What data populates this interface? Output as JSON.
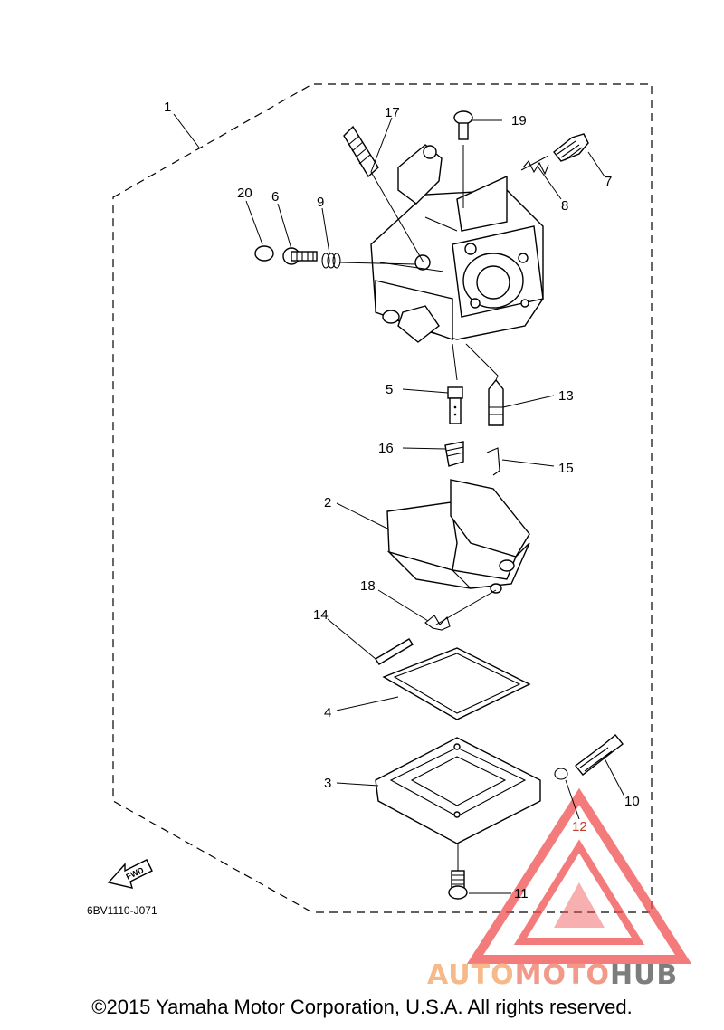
{
  "diagram": {
    "callouts": {
      "p1": "1",
      "p2": "2",
      "p3": "3",
      "p4": "4",
      "p5": "5",
      "p6": "6",
      "p7": "7",
      "p8": "8",
      "p9": "9",
      "p10": "10",
      "p11": "11",
      "p12": "12",
      "p13": "13",
      "p14": "14",
      "p15": "15",
      "p16": "16",
      "p17": "17",
      "p18": "18",
      "p19": "19",
      "p20": "20"
    },
    "fwd_label": "FWD",
    "reference_code": "6BV1110-J071"
  },
  "watermark": {
    "part_a": "AUTO",
    "part_b": "MOTO",
    "part_c": "HUB",
    "colors": {
      "auto": "#f5b98a",
      "moto": "#f19a8a",
      "hub": "#7d7d7d",
      "logo": "#ef4f4f"
    }
  },
  "footer": {
    "copyright": "©2015 Yamaha Motor Corporation, U.S.A. All rights reserved."
  }
}
